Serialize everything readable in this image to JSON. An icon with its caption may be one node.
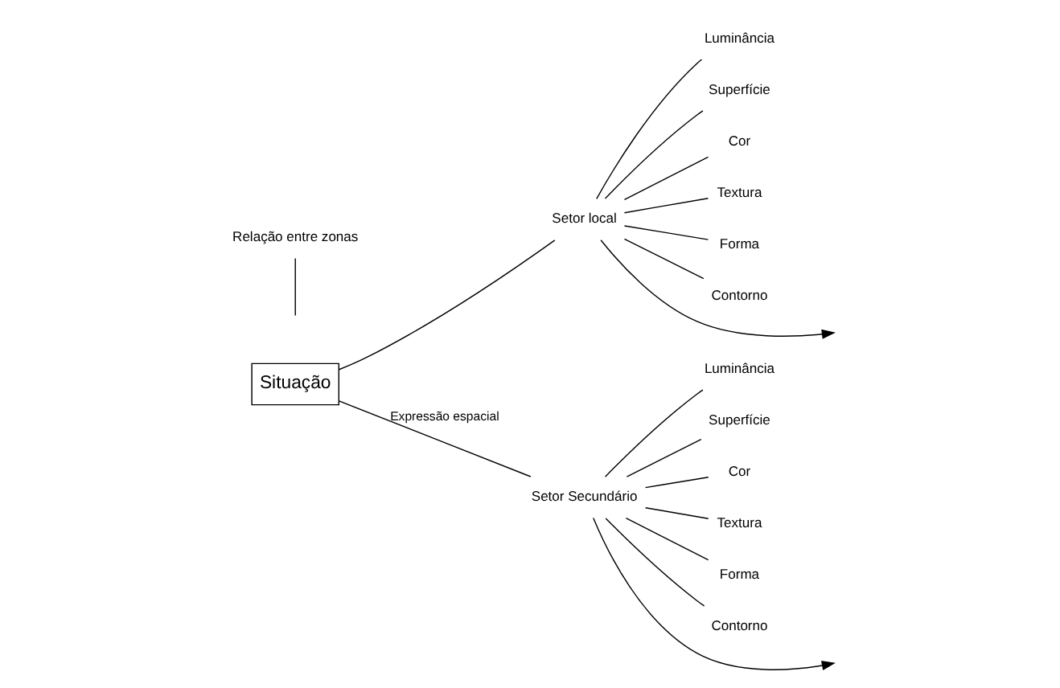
{
  "diagram": {
    "nodes": [
      {
        "text": [
          "Situação"
        ]
      },
      {
        "text": [
          "Setor local"
        ]
      },
      {
        "text": [
          "Relação entre zonas"
        ]
      },
      {
        "text": [
          "Setor Secundário"
        ]
      },
      {
        "text": [
          "Luminância"
        ]
      },
      {
        "text": [
          "Superfície"
        ]
      },
      {
        "text": [
          "Cor"
        ]
      },
      {
        "text": [
          "Textura"
        ]
      },
      {
        "text": [
          "Forma"
        ]
      },
      {
        "text": [
          "Contorno"
        ]
      },
      {
        "text": [
          "Luminância"
        ]
      },
      {
        "text": [
          "Superfície"
        ]
      },
      {
        "text": [
          "Cor"
        ]
      },
      {
        "text": [
          "Textura"
        ]
      },
      {
        "text": [
          "Forma"
        ]
      },
      {
        "text": [
          "Contorno"
        ]
      }
    ],
    "edges": [
      {
        "from": 0,
        "to": 1,
        "arrow": "none"
      },
      {
        "from": 0,
        "to": 3,
        "label": "Expressão espacial",
        "arrow": "none"
      },
      {
        "from": 2,
        "to": null,
        "arrow": "none"
      },
      {
        "from": 1,
        "to": null,
        "arrow": "to"
      },
      {
        "from": 3,
        "to": null,
        "arrow": "to"
      },
      {
        "from": 1,
        "to": 4,
        "arrow": "none"
      },
      {
        "from": 1,
        "to": 5,
        "arrow": "none"
      },
      {
        "from": 1,
        "to": 6,
        "arrow": "none"
      },
      {
        "from": 1,
        "to": 7,
        "arrow": "none"
      },
      {
        "from": 1,
        "to": 8,
        "arrow": "none"
      },
      {
        "from": 1,
        "to": 9,
        "arrow": "none"
      },
      {
        "from": 3,
        "to": 10,
        "arrow": "none"
      },
      {
        "from": 3,
        "to": 11,
        "arrow": "none"
      },
      {
        "from": 3,
        "to": 12,
        "arrow": "none"
      },
      {
        "from": 3,
        "to": 13,
        "arrow": "none"
      },
      {
        "from": 3,
        "to": 14,
        "arrow": "none"
      },
      {
        "from": 3,
        "to": 15,
        "arrow": "none"
      }
    ]
  }
}
